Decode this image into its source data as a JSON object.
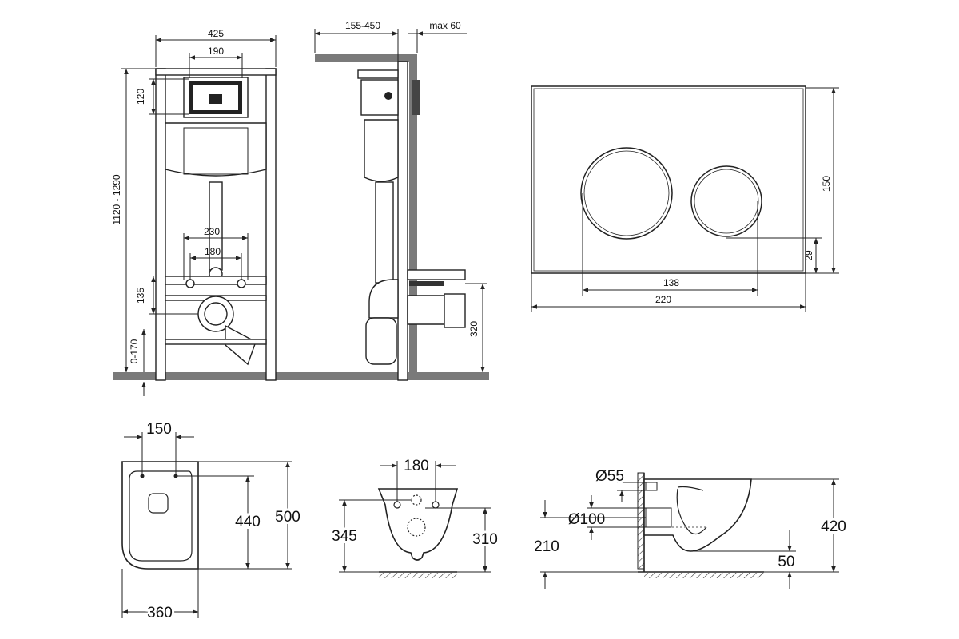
{
  "frame_front": {
    "width": "425",
    "plate_width": "190",
    "plate_height": "120",
    "total_height": "1120 - 1290",
    "pipe_spacing_outer": "230",
    "pipe_spacing_inner": "180",
    "drain_height": "135",
    "floor_adjust": "0-170"
  },
  "frame_side": {
    "depth": "155-450",
    "wall_max": "max 60",
    "outlet_height": "320"
  },
  "flush_plate": {
    "height": "150",
    "button_offset": "29",
    "button_span": "138",
    "width": "220"
  },
  "bowl_top": {
    "bolt_spacing": "150",
    "inner_length": "440",
    "total_length": "500",
    "width": "360"
  },
  "bowl_back": {
    "bolt_spacing": "180",
    "height_left": "345",
    "height_right": "310"
  },
  "bowl_side": {
    "inlet_diameter": "Ø55",
    "outlet_diameter": "Ø100",
    "outlet_height": "210",
    "total_height": "420",
    "rim_offset": "50"
  }
}
